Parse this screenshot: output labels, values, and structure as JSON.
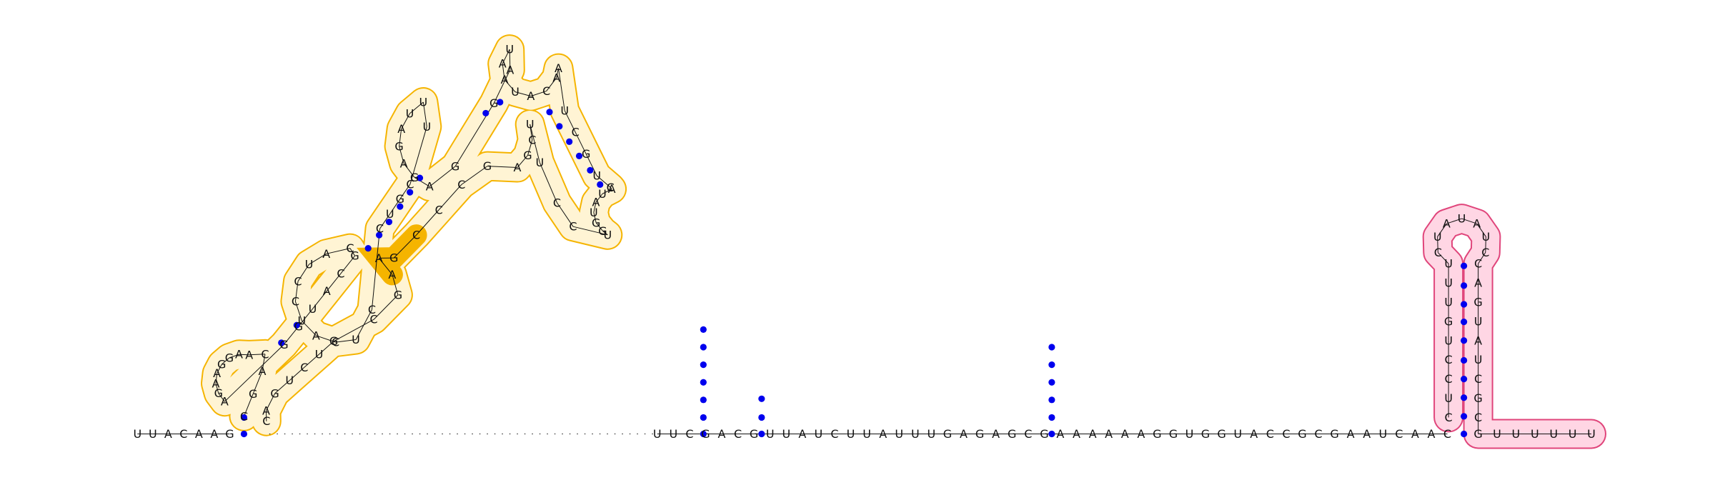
{
  "strands": [
    {
      "name": "5-prime-tail",
      "seq": "UUACAAG"
    },
    {
      "name": "hairpin-1-stem",
      "seq": "CGACAAGGAAGAGGUACGCAUCCUACUCCUGCUUUAGAGAGGAUAAUACAAUCGUCAUAUGGUCCUUCGAGCCCGAAGCGUCUGAC"
    },
    {
      "name": "linker",
      "seq": "UUCGACGUUAUCUUAUUUGAGAGCGAAAAAAGGUGGUACCGCGAAUCAAC"
    },
    {
      "name": "terminator",
      "seq": "CUCCUGUUUCUAUAUCCAGUAUCGCGUUUUUU"
    }
  ],
  "colors": {
    "base_pair_dot": "#0000ee",
    "highlight_yellow_fill": "#fff4d4",
    "highlight_yellow_stroke": "#f5b400",
    "highlight_solid": "#f5b400",
    "highlight_pink_fill": "#ffd6e4",
    "highlight_pink_stroke": "#e0457b"
  }
}
